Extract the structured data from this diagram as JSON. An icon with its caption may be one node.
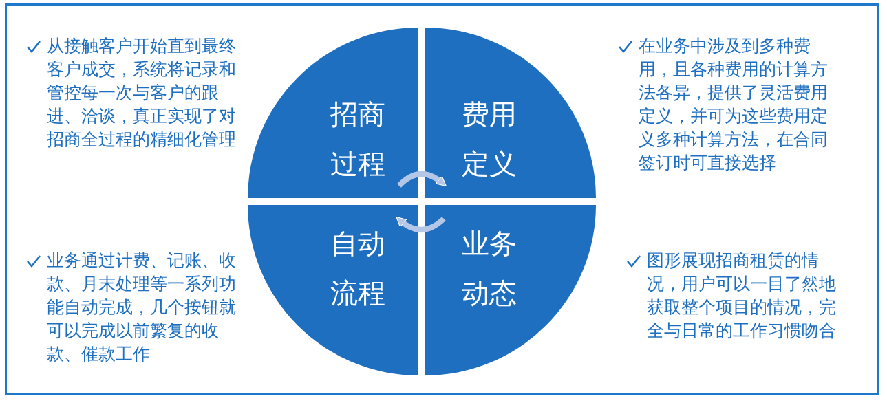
{
  "diagram": {
    "nodes": [
      {
        "text": [
          "招商过程"
        ],
        "beside": [
          "从接触客户开始直到最终客户成交，系统将记录和管控每一次与客户的跟进、洽谈，真正实现了对招商全过程的精细化管理"
        ]
      },
      {
        "text": [
          "费用定义"
        ],
        "beside": [
          "在业务中涉及到多种费用，且各种费用的计算方法各异，提供了灵活费用定义，并可为这些费用定义多种计算方法，在合同签订时可直接选择"
        ]
      },
      {
        "text": [
          "自动流程"
        ],
        "beside": [
          "业务通过计费、记账、收款、月末处理等一系列功能自动完成，几个按钮就可以完成以前繁复的收款、催款工作"
        ]
      },
      {
        "text": [
          "业务动态"
        ],
        "beside": [
          "图形展现招商租赁的情况，用户可以一目了然地获取整个项目的情况，完全与日常的工作习惯吻合"
        ]
      }
    ],
    "edges": [
      {
        "from": 0,
        "to": 1,
        "arrow": "to"
      },
      {
        "from": 3,
        "to": 2,
        "arrow": "to"
      }
    ]
  }
}
